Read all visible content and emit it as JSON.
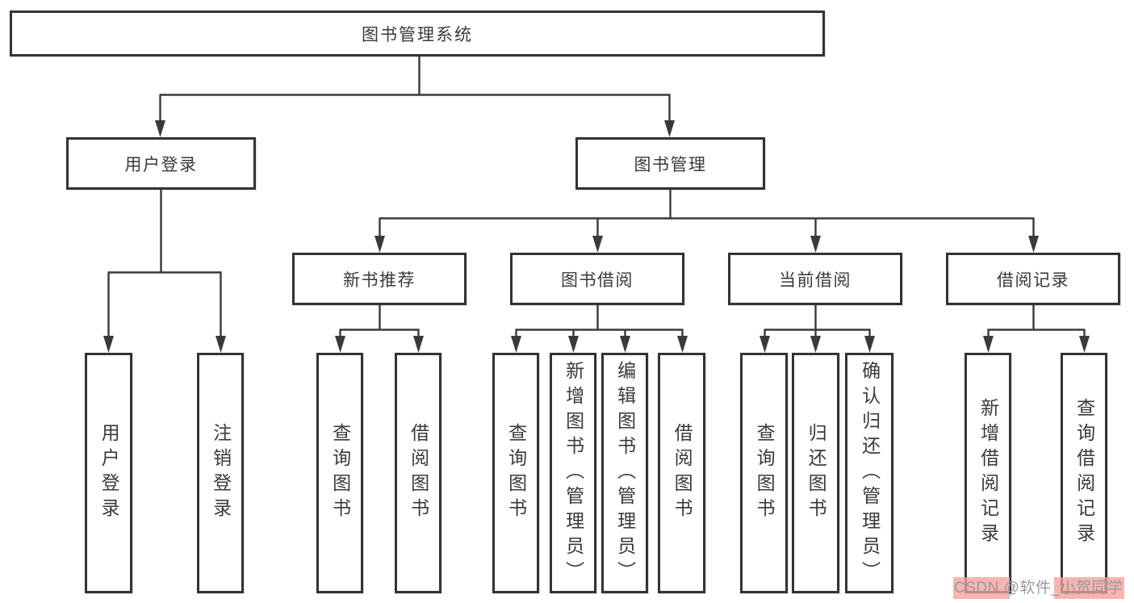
{
  "diagram_type": "hierarchy-tree",
  "tree": {
    "label": "图书管理系统",
    "children": [
      {
        "label": "用户登录",
        "children": [
          {
            "label": "用户登录"
          },
          {
            "label": "注销登录"
          }
        ]
      },
      {
        "label": "图书管理",
        "children": [
          {
            "label": "新书推荐",
            "children": [
              {
                "label": "查询图书"
              },
              {
                "label": "借阅图书"
              }
            ]
          },
          {
            "label": "图书借阅",
            "children": [
              {
                "label": "查询图书"
              },
              {
                "label": "新增图书（管理员）"
              },
              {
                "label": "编辑图书（管理员）"
              },
              {
                "label": "借阅图书"
              }
            ]
          },
          {
            "label": "当前借阅",
            "children": [
              {
                "label": "查询图书"
              },
              {
                "label": "归还图书"
              },
              {
                "label": "确认归还（管理员）"
              }
            ]
          },
          {
            "label": "借阅记录",
            "children": [
              {
                "label": "新增借阅记录"
              },
              {
                "label": "查询借阅记录"
              }
            ]
          }
        ]
      }
    ]
  },
  "watermark": {
    "text": "CSDN @软件_小贺同学"
  },
  "colors": {
    "background": "#ffffff",
    "line": "#3a3a3a",
    "node_border": "#333333",
    "node_text": "#3a3a3a",
    "watermark_text": "#9a9a9a",
    "watermark_highlight": "#f3a09b"
  }
}
